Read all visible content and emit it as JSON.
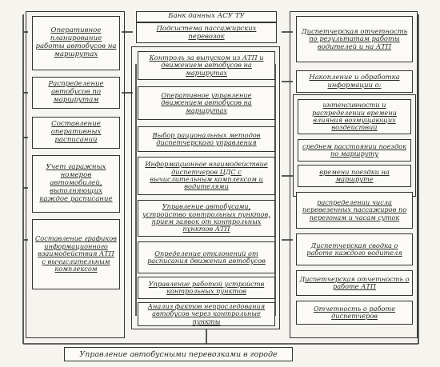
{
  "center": {
    "db": "Банк данных АСУ ТУ",
    "subsystem": "Подсистема пассажирских перевозок",
    "items": [
      "Контроль за выпуском из АТП и движением автобусов на маршрутах",
      "Оперативное управление движением автобусов на маршрутах",
      "Выбор рациональных методов диспетчерского управления",
      "Информационное взаимодействие диспетчеров ЦДС с вычислительным комплексом и водителями",
      "Управление автобусами, устройство контрольных пунктов, прием заявок от контрольных пунктов АТП",
      "Определение отклонений от расписания движения автобусов",
      "Управление работой устройств контрольных пунктов",
      "Анализ фактов непроследования автобусов через контрольные пункты"
    ]
  },
  "left": {
    "items": [
      "Оперативное планирование работы автобусов на маршрутах",
      "Распределение автобусов по маршрутам",
      "Составление оперативных расписаний",
      "Учет гаражных номеров автомобилей, выполняющих каждое расписание",
      "Составление графиков информационного взаимодействия АТП с вычислительным комплексом"
    ]
  },
  "right": {
    "top": "Диспетчерская отчетность по результатам работы водителей и на АТП",
    "accumulation": "Накопление и обработка информации о:",
    "items": [
      "интенсивности и распределении времени влияния возмущающих воздействий",
      "среднем расстоянии поездок по маршруту",
      "времени поездки на маршруте",
      "распределении числа перевезенных пассажиров по перегонам и часам суток",
      "Диспетчерская сводка о работе каждого водителя",
      "Диспетчерская отчетность о работе АТП",
      "Отчетность о работе диспетчеров"
    ]
  },
  "bottom": "Управление автобусными перевозками в городе"
}
